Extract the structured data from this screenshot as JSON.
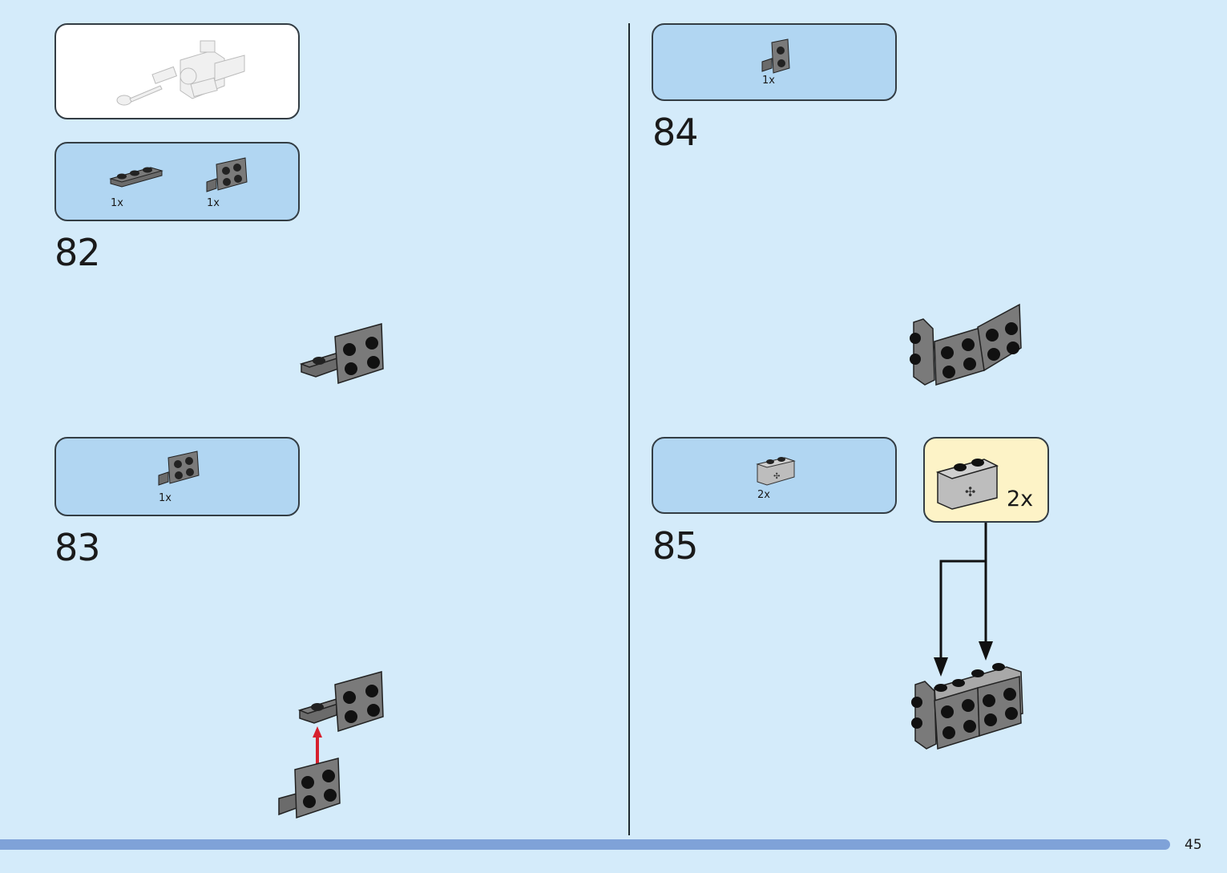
{
  "page": {
    "number": "45",
    "background_color": "#d4ebfa",
    "callout_color": "#b1d6f2",
    "subassembly_color": "#fdf3c7",
    "footer_bar_color": "#7fa2d8",
    "arrow_color": "#d6202e"
  },
  "left_column": {
    "subassembly_preview": {
      "icon": "assembled-cannon-model-icon"
    },
    "steps": [
      {
        "number": "82",
        "parts": [
          {
            "quantity": "1x",
            "icon": "plate-1x3-dark-gray-icon"
          },
          {
            "quantity": "1x",
            "icon": "bracket-1x2-2x2-dark-gray-icon"
          }
        ],
        "model_icon": "step-82-bracket-assembly-icon"
      },
      {
        "number": "83",
        "parts": [
          {
            "quantity": "1x",
            "icon": "bracket-1x2-2x2-dark-gray-icon"
          }
        ],
        "model_icon": "step-83-bracket-assembly-icon"
      }
    ]
  },
  "right_column": {
    "steps": [
      {
        "number": "84",
        "parts": [
          {
            "quantity": "1x",
            "icon": "bracket-1x2-1x2-dark-gray-icon"
          }
        ],
        "model_icon": "step-84-bracket-assembly-icon"
      },
      {
        "number": "85",
        "parts": [
          {
            "quantity": "2x",
            "icon": "technic-brick-1x2-axle-hole-light-gray-icon"
          }
        ],
        "subassembly": {
          "quantity": "2x",
          "icon": "technic-brick-1x2-axle-hole-light-gray-icon"
        },
        "model_icon": "step-85-brick-assembly-icon"
      }
    ]
  }
}
